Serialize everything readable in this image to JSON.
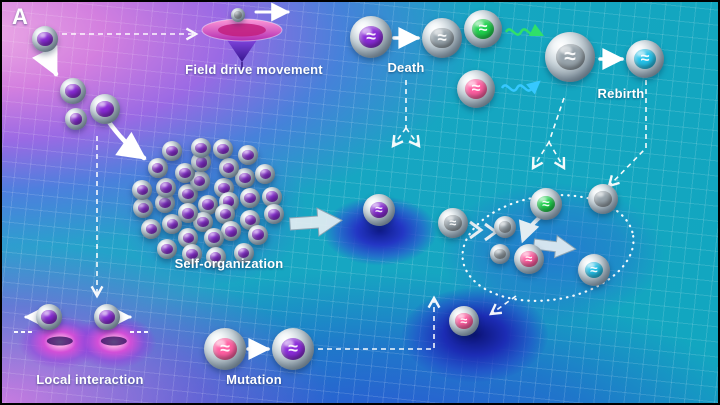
{
  "panel": {
    "label": "A"
  },
  "labels": {
    "field_drive": "Field drive movement",
    "death": "Death",
    "rebirth": "Rebirth",
    "self_organization": "Self-organization",
    "local_interaction": "Local interaction",
    "mutation": "Mutation"
  },
  "colors": {
    "background_teal": "#14a6c0",
    "surface_pink": "#e289da",
    "surface_purple": "#8f6ae2",
    "valley_blue": "#2c46d4",
    "deep_well_blue": "#141f96",
    "core_purple": "#8a2bd8",
    "core_green": "#1fd24e",
    "core_pink": "#ff5fa2",
    "core_cyan": "#25c2ea",
    "core_gray": "#98a4ac",
    "arrow_white": "#ffffff",
    "arrow_gray": "#e4edf2",
    "squiggle_green": "#2fe06a",
    "squiggle_blue": "#35c8ff"
  }
}
